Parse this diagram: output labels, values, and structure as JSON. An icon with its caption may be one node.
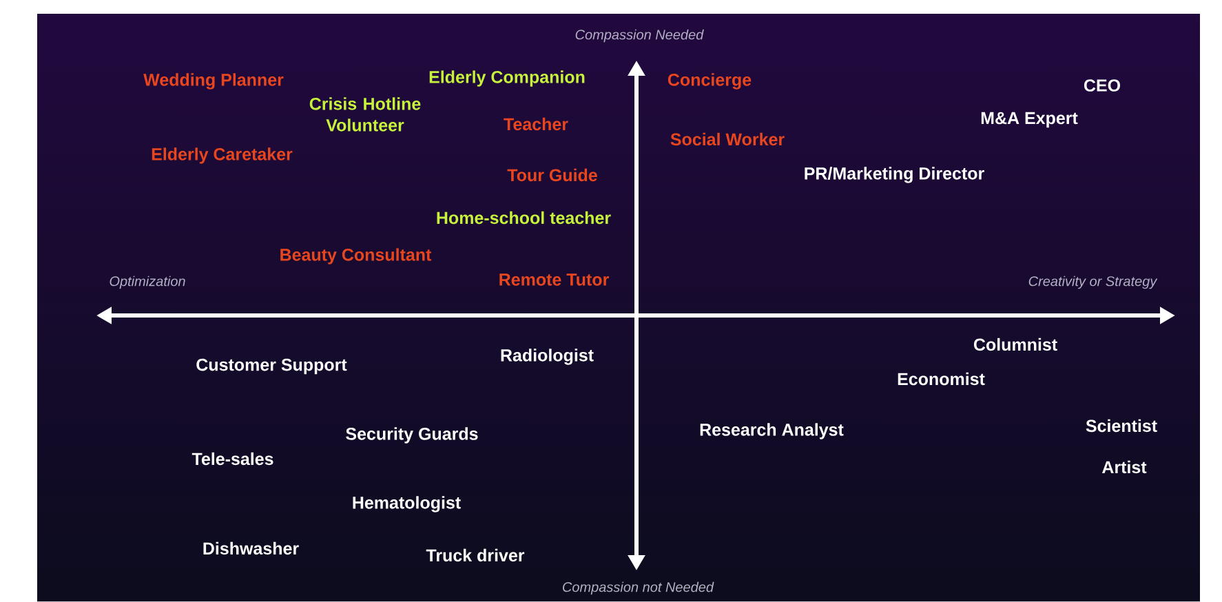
{
  "diagram": {
    "labels": [
      "Compassion Needed",
      "Wedding Planner",
      "Elderly Companion",
      "Concierge",
      "CEO",
      "Crisis Hotline Volunteer",
      "Teacher",
      "M&A Expert",
      "Social Worker",
      "Elderly Caretaker",
      "Tour Guide",
      "PR/Marketing Director",
      "Home-school teacher",
      "Beauty Consultant",
      "Optimization",
      "Remote Tutor",
      "Creativity or Strategy",
      "Columnist",
      "Radiologist",
      "Customer Support",
      "Economist",
      "Scientist",
      "Security Guards",
      "Research Analyst",
      "Tele-sales",
      "Artist",
      "Hematologist",
      "Dishwasher",
      "Truck driver",
      "Compassion not Needed"
    ]
  }
}
